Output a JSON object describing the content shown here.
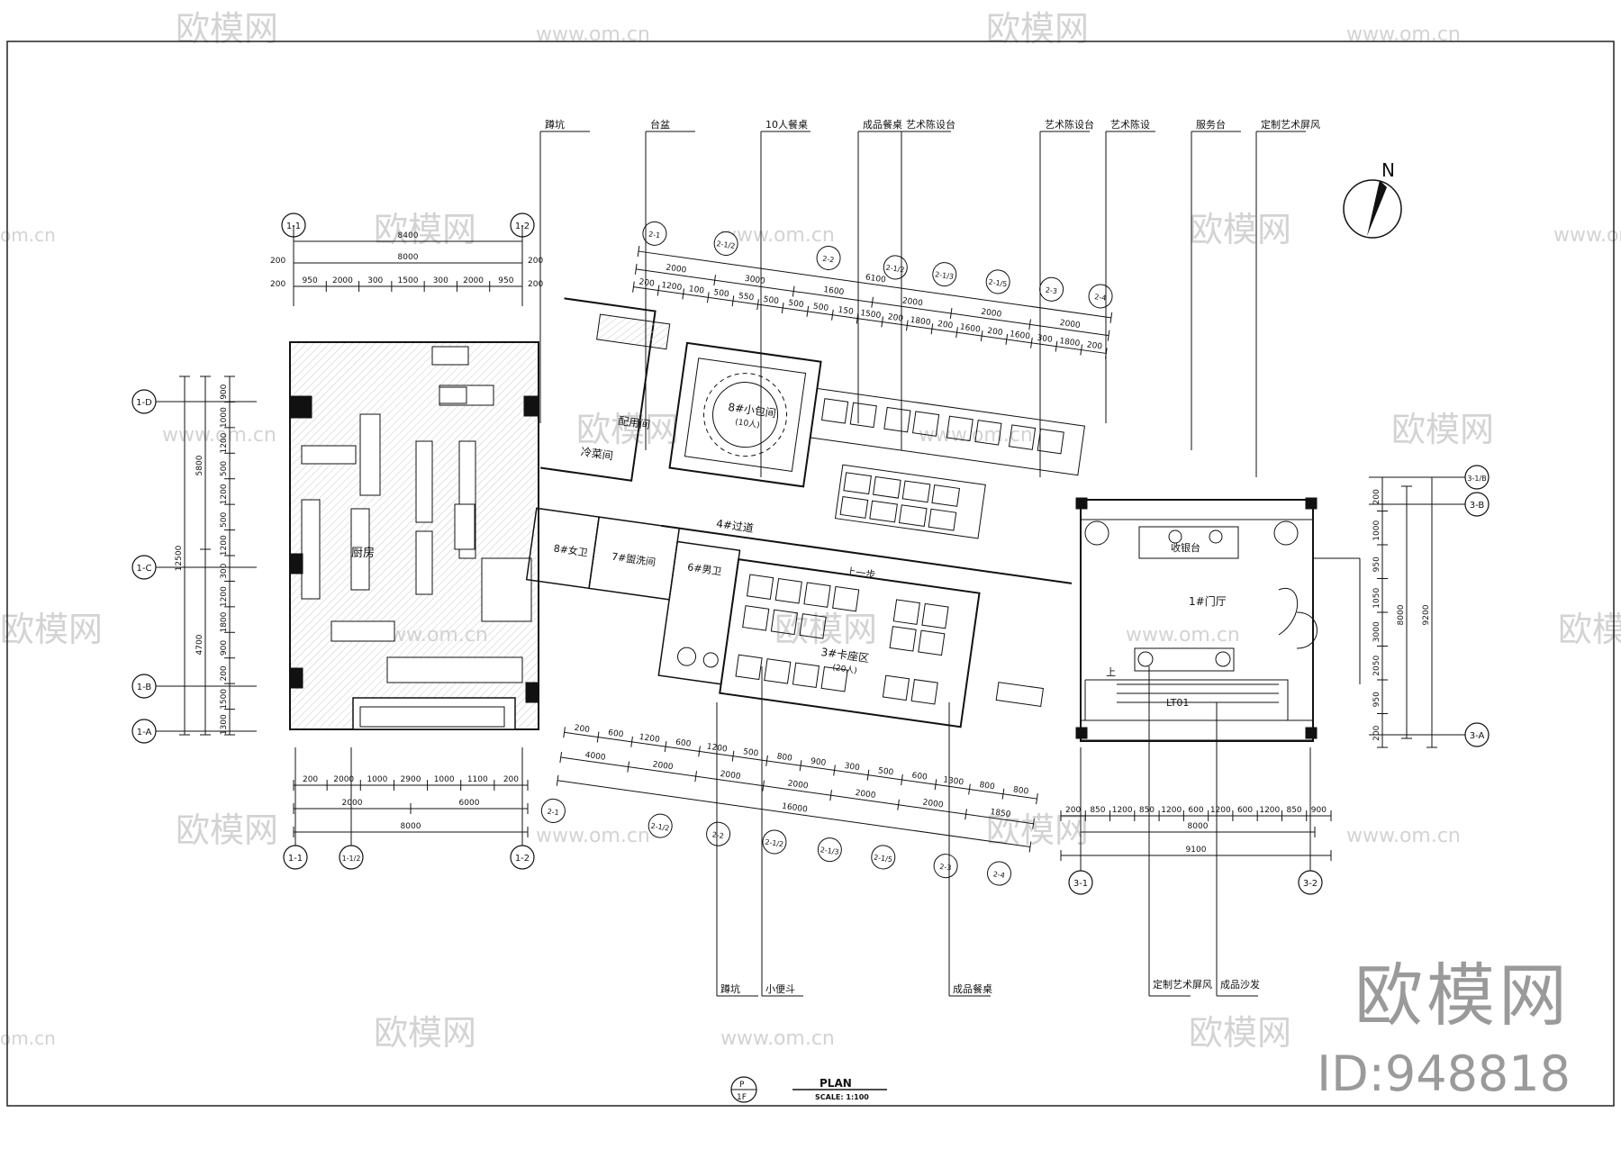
{
  "watermark": {
    "brand": "欧模网",
    "site": "www.om.cn",
    "site_short": "om.cn",
    "id_label": "ID:948818"
  },
  "title_block": {
    "tag_top": "P",
    "tag_bottom": "1F",
    "title": "PLAN",
    "scale": "SCALE: 1:100"
  },
  "north": "N",
  "callouts_top": [
    "蹲坑",
    "台盆",
    "10人餐桌",
    "成品餐桌",
    "艺术陈设台",
    "艺术陈设台",
    "艺术陈设",
    "服务台",
    "定制艺术屏风"
  ],
  "callouts_bottom": [
    "蹲坑",
    "小便斗",
    "成品餐桌",
    "定制艺术屏风",
    "成品沙发"
  ],
  "rooms": {
    "kitchen": "厨房",
    "cold": "冷菜间",
    "prep": "配用间",
    "private": "8#小包间",
    "private_sub": "(10人)",
    "corridor": "4#过道",
    "toilet_f": "8#女卫",
    "wash": "7#盥洗间",
    "toilet_m": "6#男卫",
    "booth": "3#卡座区",
    "booth_sub": "(20人)",
    "lobby": "1#门厅",
    "cashier": "收银台",
    "stair": "LT01",
    "step_up": "上一步",
    "up": "上"
  },
  "axes": {
    "left_top": [
      "1-1",
      "1-2"
    ],
    "left_side": [
      "1-D",
      "1-C",
      "1-B",
      "1-A"
    ],
    "left_bottom": [
      "1-1",
      "1-1/2",
      "1-2"
    ],
    "mid_top": [
      "2-1",
      "2-1/2",
      "2-2",
      "2-1/2",
      "2-1/3",
      "2-1/5",
      "2-3",
      "2-4"
    ],
    "mid_bottom": [
      "2-1",
      "2-1/2",
      "2-2",
      "2-1/2",
      "2-1/3",
      "2-1/5",
      "2-3",
      "2-4"
    ],
    "right_side": [
      "3-1/B",
      "3-B",
      "3-A"
    ],
    "right_bottom": [
      "3-1",
      "3-2"
    ]
  },
  "dims": {
    "lt_total": "8400",
    "lt_inner": "8000",
    "lt_side": "200",
    "lt_row": [
      "950",
      "2000",
      "300",
      "1500",
      "300",
      "2000",
      "950"
    ],
    "ls_total": "12500",
    "ls_a": "5800",
    "ls_b": "4700",
    "ls_row": [
      "900",
      "1000",
      "1200",
      "500",
      "1200",
      "500",
      "1200",
      "300",
      "1200",
      "1800",
      "900",
      "200",
      "1500",
      "1300"
    ],
    "lb_row": [
      "200",
      "2000",
      "1000",
      "2900",
      "1000",
      "1100",
      "200"
    ],
    "lb_sub": [
      "2000",
      "6000"
    ],
    "lb_total": "8000",
    "mt_total": "6100",
    "mt_a": "2000",
    "mt_b": "3000",
    "mt_c": "1600",
    "mt_d": "2000",
    "mt_e": "2000",
    "mt_f": "2000",
    "mt_row": [
      "200",
      "1200",
      "100",
      "500",
      "550",
      "500",
      "500",
      "500",
      "150",
      "1500",
      "200",
      "1800",
      "200",
      "1600",
      "200",
      "1600",
      "300",
      "1800",
      "200"
    ],
    "mb_row": [
      "200",
      "600",
      "1200",
      "600",
      "1200",
      "500",
      "800",
      "900",
      "300",
      "500",
      "600",
      "1300",
      "800",
      "800"
    ],
    "mb_sub": [
      "4000",
      "2000",
      "2000",
      "2000",
      "2000",
      "2000",
      "1850"
    ],
    "mb_total": "16000",
    "rs_row": [
      "200",
      "1000",
      "950",
      "1050",
      "3000",
      "2050",
      "950",
      "200"
    ],
    "rs_total": "9200",
    "rs_sub": "8000",
    "rb_row": [
      "200",
      "850",
      "1200",
      "850",
      "1200",
      "600",
      "1200",
      "600",
      "1200",
      "850",
      "900"
    ],
    "rb_total": "9100",
    "rb_sub": "8000"
  }
}
